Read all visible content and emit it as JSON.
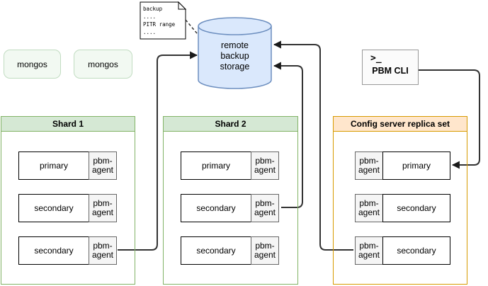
{
  "note": {
    "lines": [
      "backup",
      "....",
      "PITR range",
      "...."
    ]
  },
  "storage": {
    "label": "remote backup storage"
  },
  "mongos": [
    {
      "label": "mongos"
    },
    {
      "label": "mongos"
    }
  ],
  "pbm_cli": {
    "prompt_icon": ">_",
    "label": "PBM CLI"
  },
  "clusters": [
    {
      "title": "Shard 1",
      "nodes": [
        {
          "role": "primary",
          "agent": "pbm-agent"
        },
        {
          "role": "secondary",
          "agent": "pbm-agent"
        },
        {
          "role": "secondary",
          "agent": "pbm-agent"
        }
      ]
    },
    {
      "title": "Shard 2",
      "nodes": [
        {
          "role": "primary",
          "agent": "pbm-agent"
        },
        {
          "role": "secondary",
          "agent": "pbm-agent"
        },
        {
          "role": "secondary",
          "agent": "pbm-agent"
        }
      ]
    },
    {
      "title": "Config server replica set",
      "nodes": [
        {
          "role": "primary",
          "agent": "pbm-agent"
        },
        {
          "role": "secondary",
          "agent": "pbm-agent"
        },
        {
          "role": "secondary",
          "agent": "pbm-agent"
        }
      ]
    }
  ],
  "connections": [
    "shard1-agent3-to-storage",
    "shard2-agent2-to-storage",
    "config-agent3-to-storage",
    "pbm-cli-to-config-primary",
    "note-to-storage-dashed"
  ],
  "colors": {
    "storage_fill": "#dae8fc",
    "storage_stroke": "#6c8ebf",
    "shard_header_fill": "#d5e8d4",
    "shard_border": "#82b366",
    "config_header_fill": "#ffe6cc",
    "config_border": "#d79b00",
    "agent_fill": "#f5f5f5",
    "agent_border": "#666666",
    "mongos_fill": "#f2f9f2",
    "wire": "#333333"
  }
}
